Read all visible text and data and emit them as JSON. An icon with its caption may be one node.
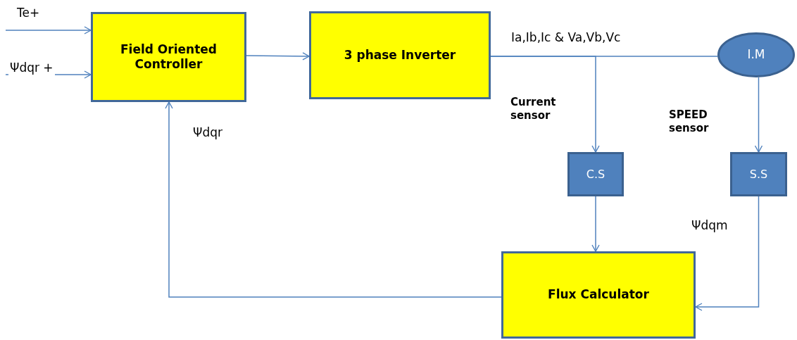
{
  "diagram": {
    "nodes": [
      {
        "text": [
          "Field Oriented Controller"
        ]
      },
      {
        "text": [
          "3 phase Inverter"
        ]
      },
      {
        "text": [
          "I.M"
        ]
      },
      {
        "text": [
          "C.S"
        ]
      },
      {
        "text": [
          "S.S"
        ]
      },
      {
        "text": [
          "Flux Calculator"
        ]
      }
    ],
    "edges": [
      {
        "from": null,
        "to": 0,
        "arrow": "to",
        "label": "Te+"
      },
      {
        "from": null,
        "to": 0,
        "arrow": "to",
        "label": "Ψdqr +"
      },
      {
        "from": 0,
        "to": 1,
        "arrow": "to"
      },
      {
        "from": 1,
        "to": 2,
        "arrow": "none",
        "label": "Ia,Ib,Ic & Va,Vb,Vc"
      },
      {
        "from": 1,
        "to": 3,
        "arrow": "to"
      },
      {
        "from": 2,
        "to": 4,
        "arrow": "to"
      },
      {
        "from": 3,
        "to": 5,
        "arrow": "to"
      },
      {
        "from": 4,
        "to": 5,
        "arrow": "to",
        "label": "Ψdqm"
      },
      {
        "from": 5,
        "to": 0,
        "arrow": "to",
        "label": "Ψdqr"
      }
    ],
    "labels": [
      "Current sensor",
      "SPEED sensor"
    ]
  }
}
